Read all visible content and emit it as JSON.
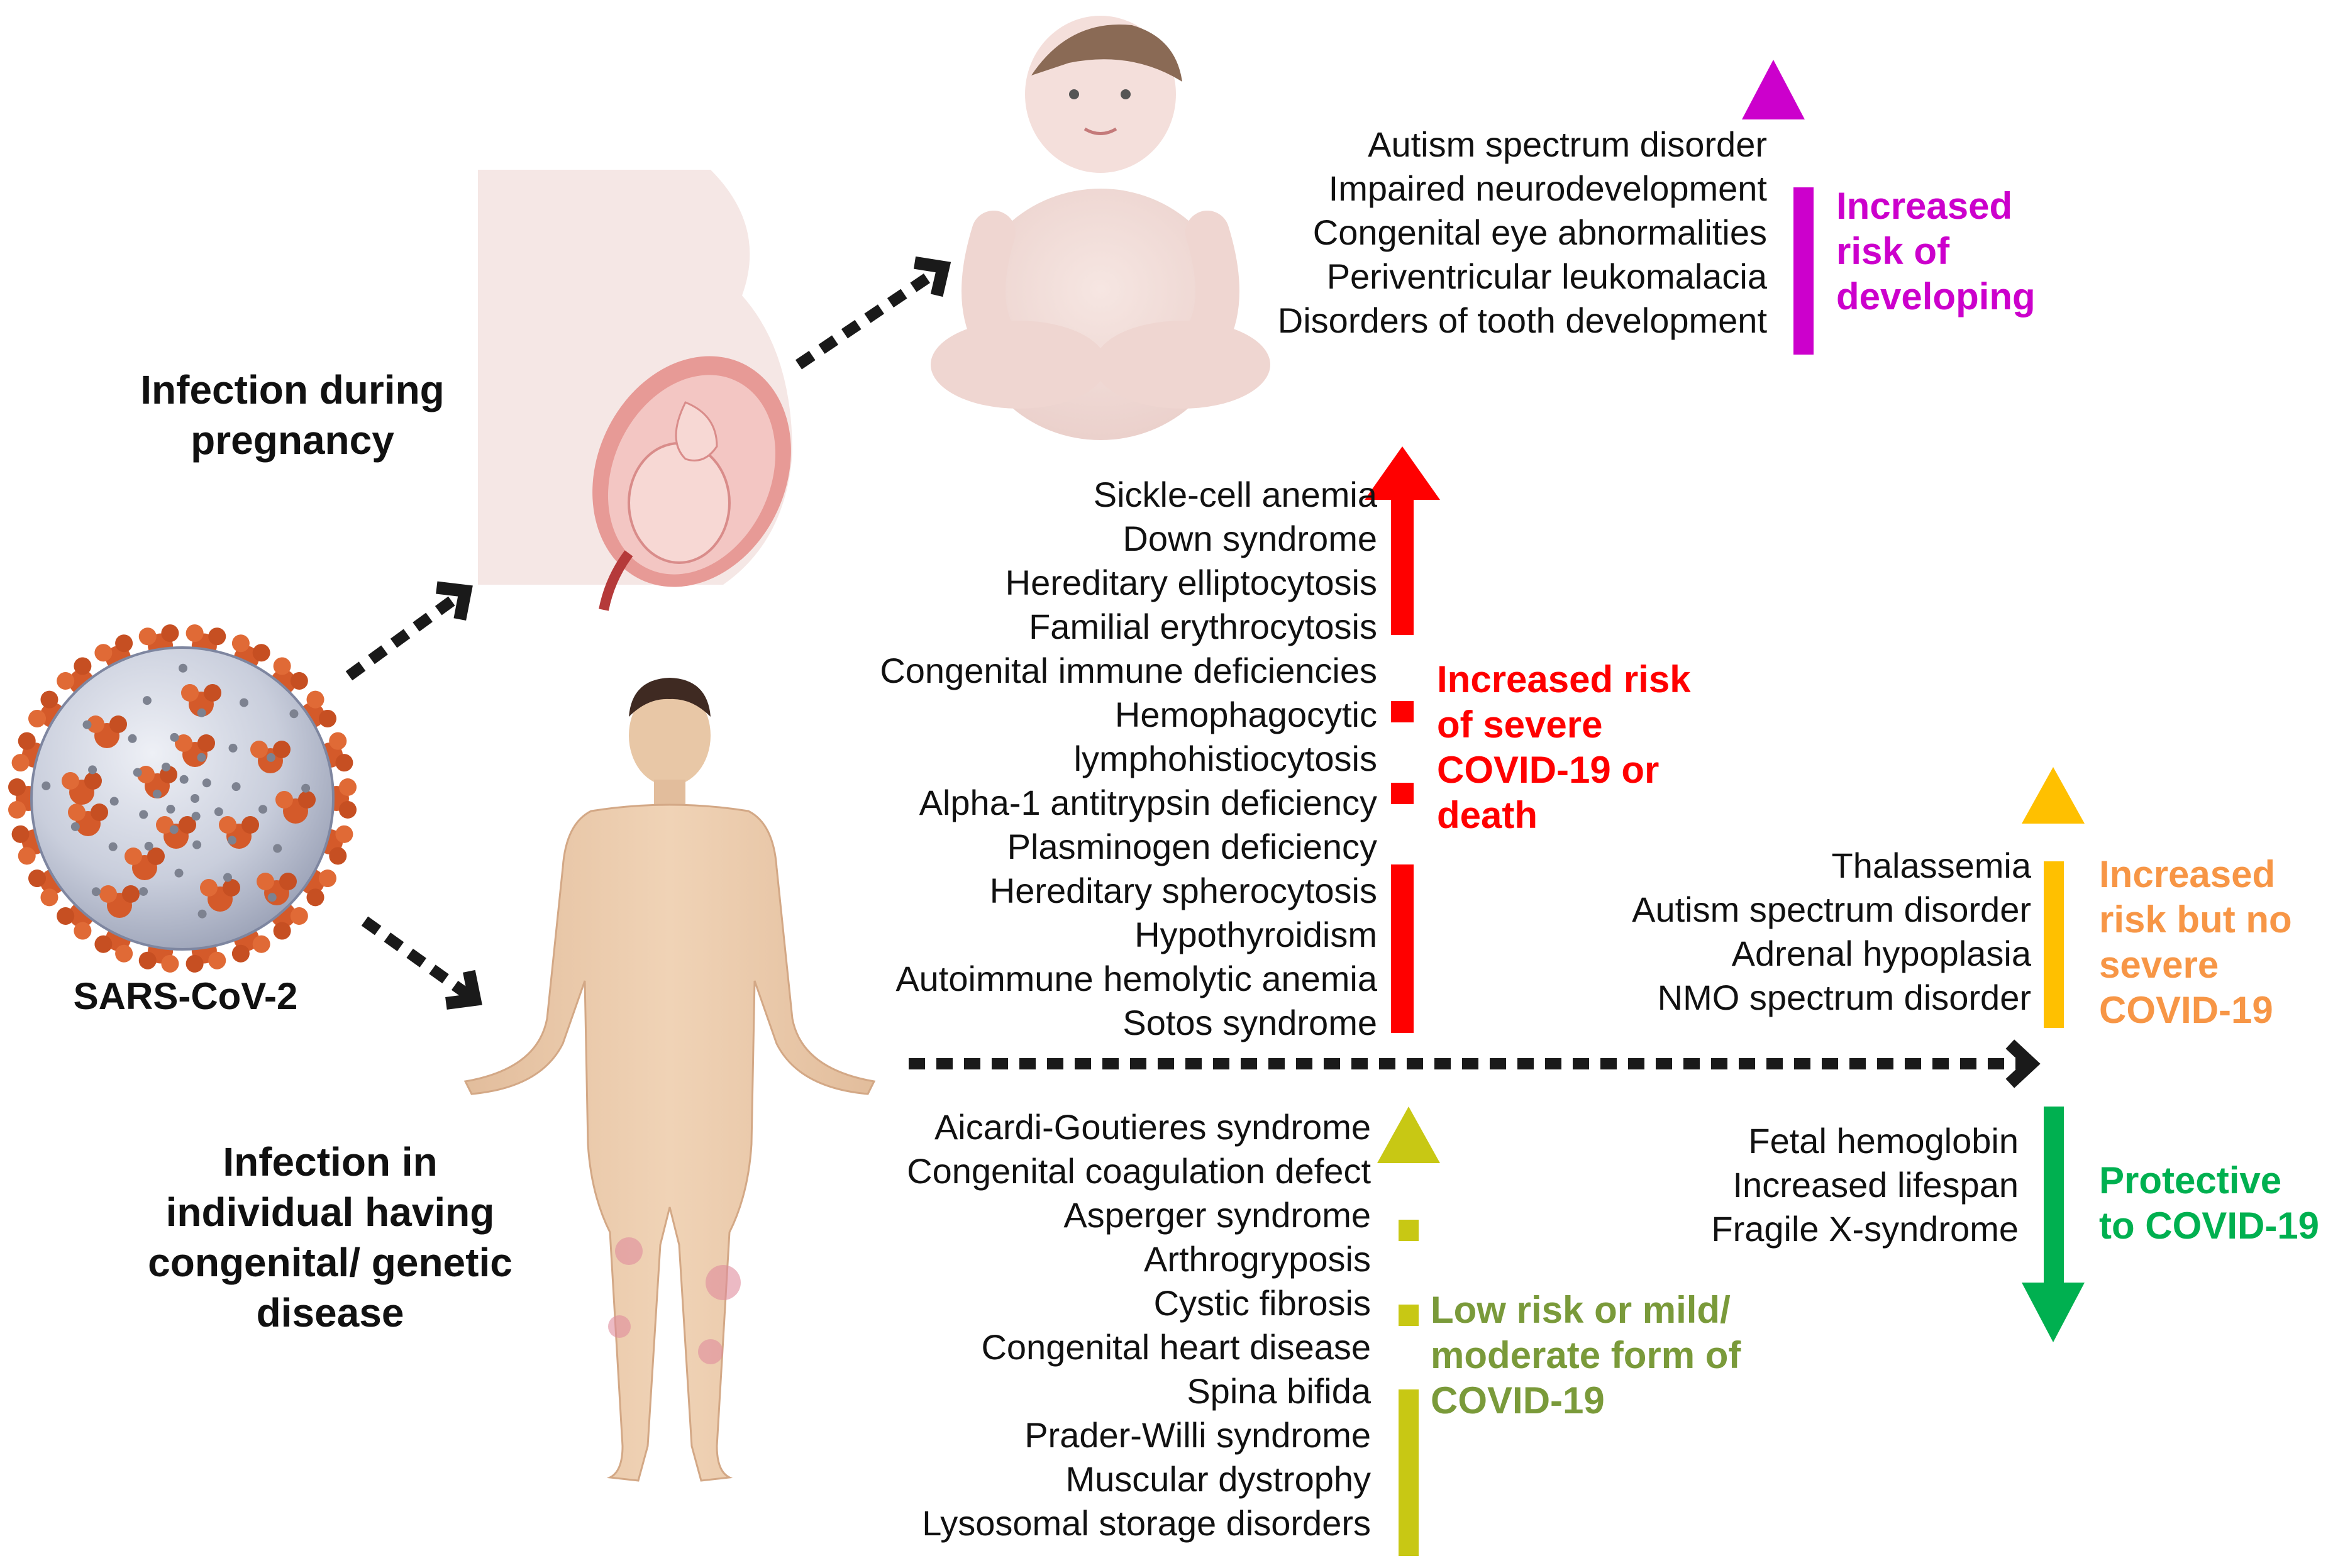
{
  "virus_label": "SARS-CoV-2",
  "pregnancy_label_lines": [
    "Infection during",
    "pregnancy"
  ],
  "individual_label_lines": [
    "Infection in",
    "individual having",
    "congenital/ genetic",
    "disease"
  ],
  "developing": {
    "items": [
      "Autism spectrum disorder",
      "Impaired  neurodevelopment",
      "Congenital eye abnormalities",
      "Periventricular leukomalacia",
      "Disorders of tooth development"
    ],
    "label_lines": [
      "Increased",
      "risk of",
      "developing"
    ],
    "color": "#cc00cc"
  },
  "severe": {
    "items": [
      "Sickle-cell anemia",
      "Down syndrome",
      "Hereditary  elliptocytosis",
      "Familial erythrocytosis",
      "Congenital immune deficiencies",
      "Hemophagocytic",
      "lymphohistiocytosis",
      "Alpha-1 antitrypsin deficiency",
      "Plasminogen deficiency",
      "Hereditary  spherocytosis",
      "Hypothyroidism",
      "Autoimmune hemolytic anemia",
      "Sotos syndrome"
    ],
    "label_lines": [
      "Increased risk",
      "of severe",
      "COVID-19 or",
      "death"
    ],
    "color": "#ff0000"
  },
  "low": {
    "items": [
      "Aicardi-Goutieres syndrome",
      "Congenital coagulation defect",
      "Asperger syndrome",
      "Arthrogryposis",
      "Cystic fibrosis",
      "Congenital heart disease",
      "Spina bifida",
      "Prader-Willi syndrome",
      "Muscular dystrophy",
      "Lysosomal storage disorders"
    ],
    "label_lines": [
      "Low risk or mild/",
      "moderate form of",
      "COVID-19"
    ],
    "color": "#c8c814",
    "text_color": "#7a9a3a"
  },
  "no_severe": {
    "items": [
      "Thalassemia",
      "Autism spectrum disorder",
      "Adrenal hypoplasia",
      "NMO spectrum disorder"
    ],
    "label_lines": [
      "Increased",
      "risk but no",
      "severe",
      "COVID-19"
    ],
    "color": "#ffc000",
    "text_color": "#f79646"
  },
  "protective": {
    "items": [
      "Fetal hemoglobin",
      "Increased lifespan",
      "Fragile X-syndrome"
    ],
    "label_lines": [
      "Protective",
      "to COVID-19"
    ],
    "color": "#00b050"
  },
  "arrow_color": "#1a1a1a"
}
